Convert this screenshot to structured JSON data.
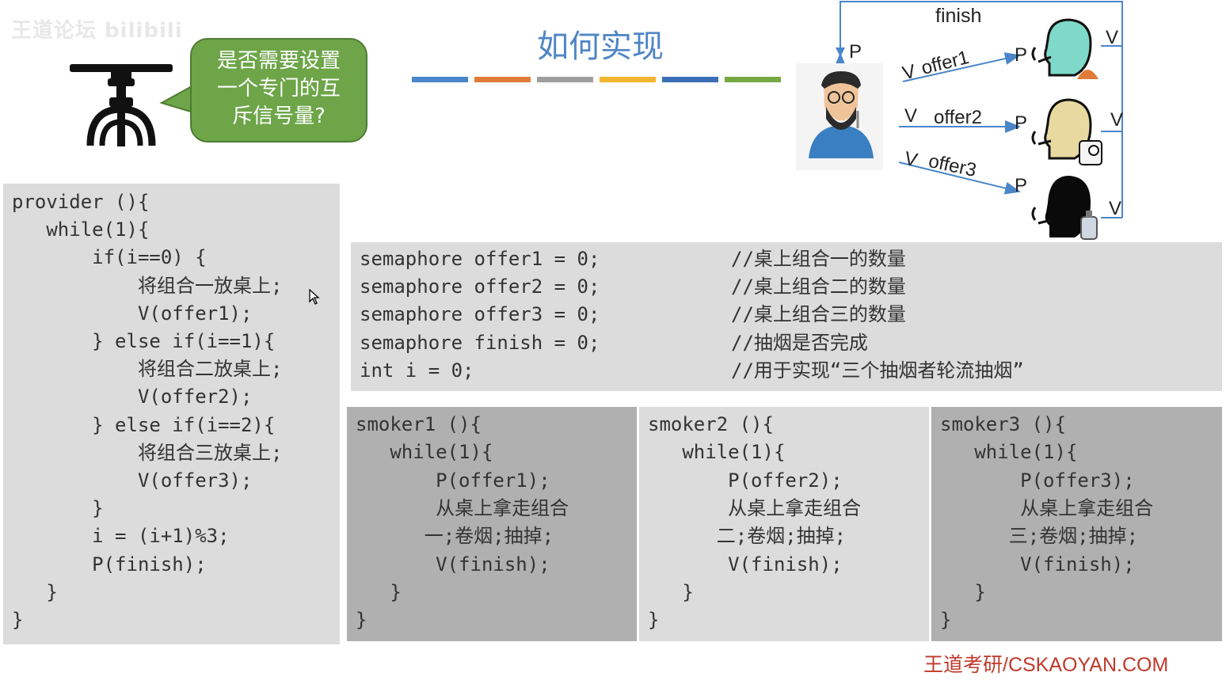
{
  "watermark": "王道论坛 bilibili",
  "title": "如何实现",
  "bubble": {
    "lines": [
      "是否需要设置",
      "一个专门的互",
      "斥信号量?"
    ]
  },
  "title_bar_colors": [
    "#4a86c8",
    "#e07b39",
    "#9e9e9e",
    "#f2b632",
    "#3a6fb5",
    "#76a944"
  ],
  "diagram": {
    "finish": "finish",
    "p_top": "P",
    "edges": [
      {
        "v": "V",
        "label": "offer1",
        "p": "P",
        "back": "V"
      },
      {
        "v": "V",
        "label": "offer2",
        "p": "P",
        "back": "V"
      },
      {
        "v": "V",
        "label": "offer3",
        "p": "P",
        "back": "V"
      }
    ]
  },
  "provider_code": [
    "provider (){",
    "   while(1){",
    "       if(i==0) {",
    "           将组合一放桌上;",
    "           V(offer1);",
    "       } else if(i==1){",
    "           将组合二放桌上;",
    "           V(offer2);",
    "       } else if(i==2){",
    "           将组合三放桌上;",
    "           V(offer3);",
    "       }",
    "       i = (i+1)%3;",
    "       P(finish);",
    "   }",
    "}"
  ],
  "semaphores": [
    {
      "decl": "semaphore offer1 = 0;",
      "comment": "//桌上组合一的数量"
    },
    {
      "decl": "semaphore offer2 = 0;",
      "comment": "//桌上组合二的数量"
    },
    {
      "decl": "semaphore offer3 = 0;",
      "comment": "//桌上组合三的数量"
    },
    {
      "decl": "semaphore finish = 0;",
      "comment": "//抽烟是否完成"
    },
    {
      "decl": "int i = 0;",
      "comment": "//用于实现“三个抽烟者轮流抽烟”"
    }
  ],
  "smokers": [
    {
      "lines": [
        "smoker1 (){",
        "   while(1){",
        "       P(offer1);",
        "       从桌上拿走组合",
        "      一;卷烟;抽掉;",
        "       V(finish);",
        "   }",
        "}"
      ]
    },
    {
      "lines": [
        "smoker2 (){",
        "   while(1){",
        "       P(offer2);",
        "       从桌上拿走组合",
        "      二;卷烟;抽掉;",
        "       V(finish);",
        "   }",
        "}"
      ]
    },
    {
      "lines": [
        "smoker3 (){",
        "   while(1){",
        "       P(offer3);",
        "       从桌上拿走组合",
        "      三;卷烟;抽掉;",
        "       V(finish);",
        "   }",
        "}"
      ]
    }
  ],
  "footer": "王道考研/CSKAOYAN.COM"
}
